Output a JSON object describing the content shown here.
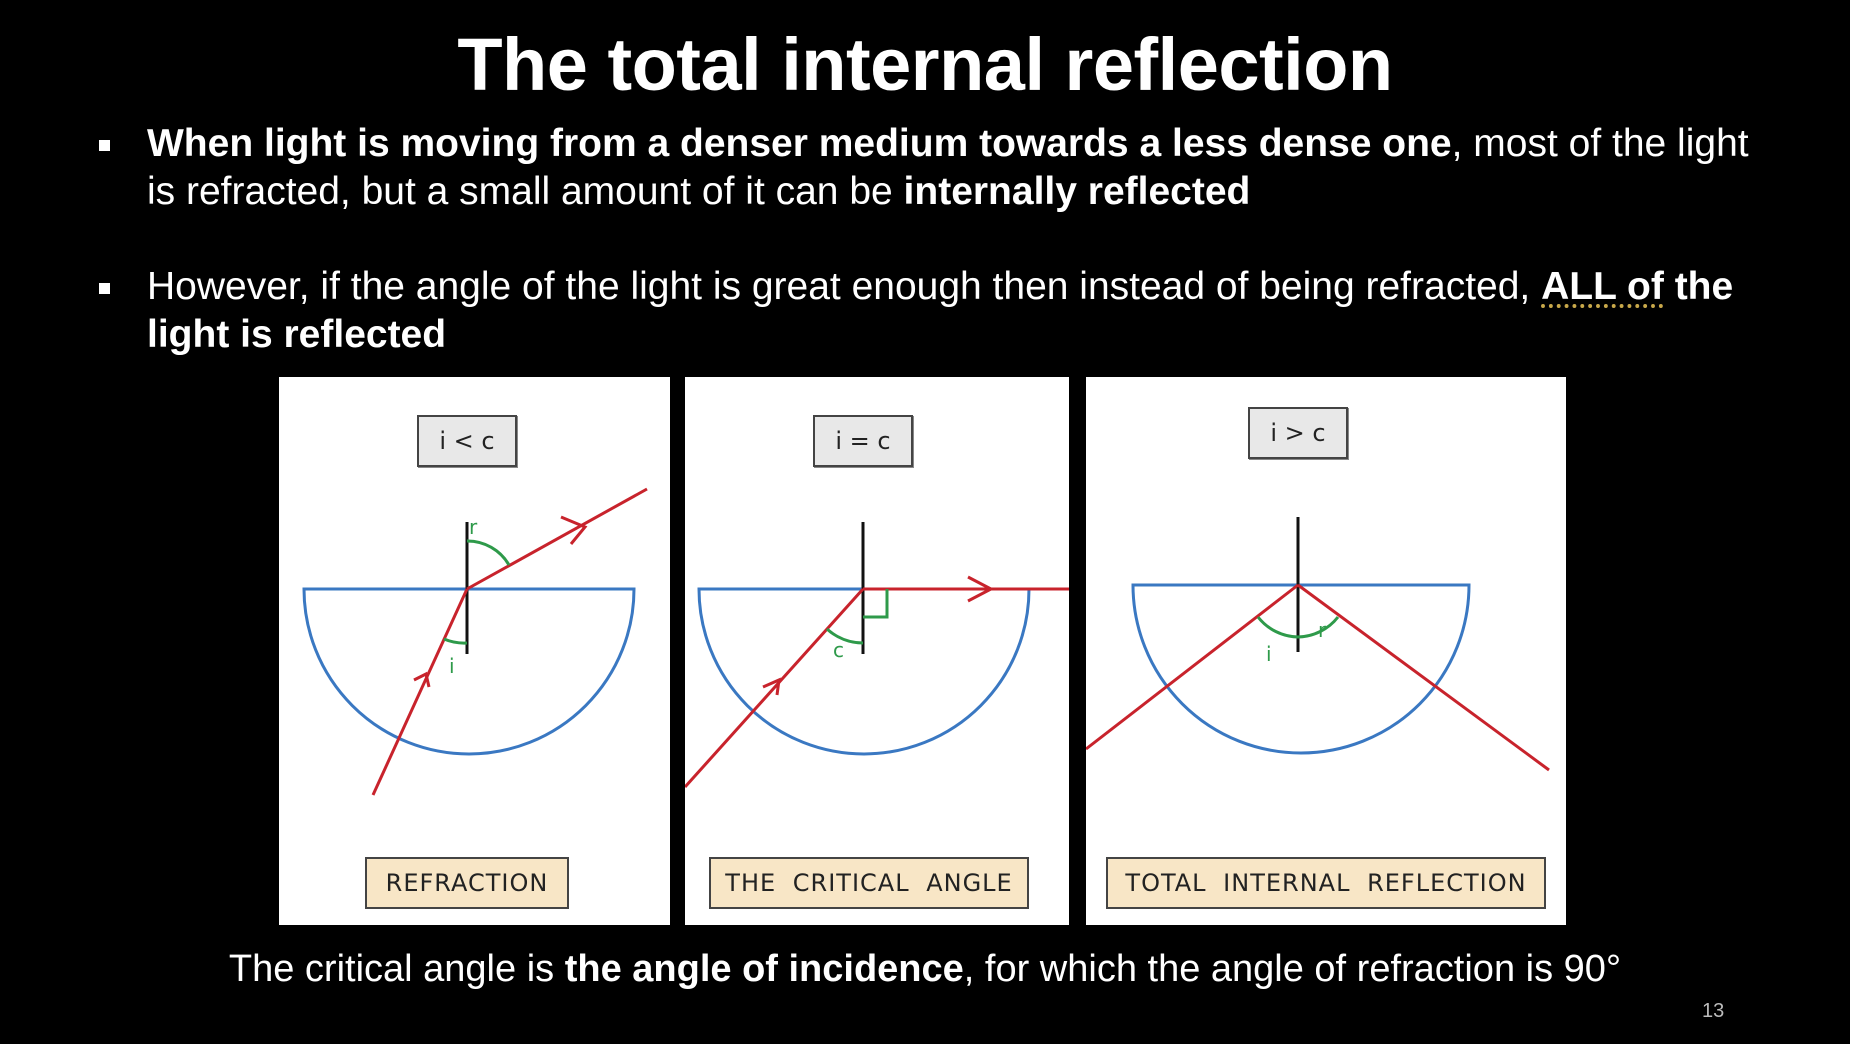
{
  "slide": {
    "title": "The total internal reflection",
    "bullets": [
      {
        "bold_lead": "When light is moving from a denser medium towards a less dense one",
        "text": ", most of the light is refracted, but a small amount of it can be ",
        "bold_tail": "internally reflected"
      },
      {
        "text": "However, if the angle of the light is great enough then instead of being refracted, ",
        "underlined": "ALL of",
        "bold_tail": " the light is reflected"
      }
    ],
    "panels": [
      {
        "condition": "i < c",
        "caption": "REFRACTION",
        "angle_labels": [
          "r",
          "i"
        ]
      },
      {
        "condition": "i = c",
        "caption": "THE CRITICAL ANGLE",
        "angle_labels": [
          "c"
        ]
      },
      {
        "condition": "i > c",
        "caption": "TOTAL INTERNAL REFLECTION",
        "angle_labels": [
          "i",
          "r"
        ]
      }
    ],
    "footer": {
      "text_before": "The critical angle is ",
      "bold": "the angle of incidence",
      "text_after": ", for which the angle of refraction is 90°"
    },
    "page_number": "13",
    "colors": {
      "background": "#000000",
      "glass": "#3a78c2",
      "ray": "#c8232c",
      "angle": "#2e9a4a",
      "caption_fill": "#f8e6c6"
    }
  }
}
